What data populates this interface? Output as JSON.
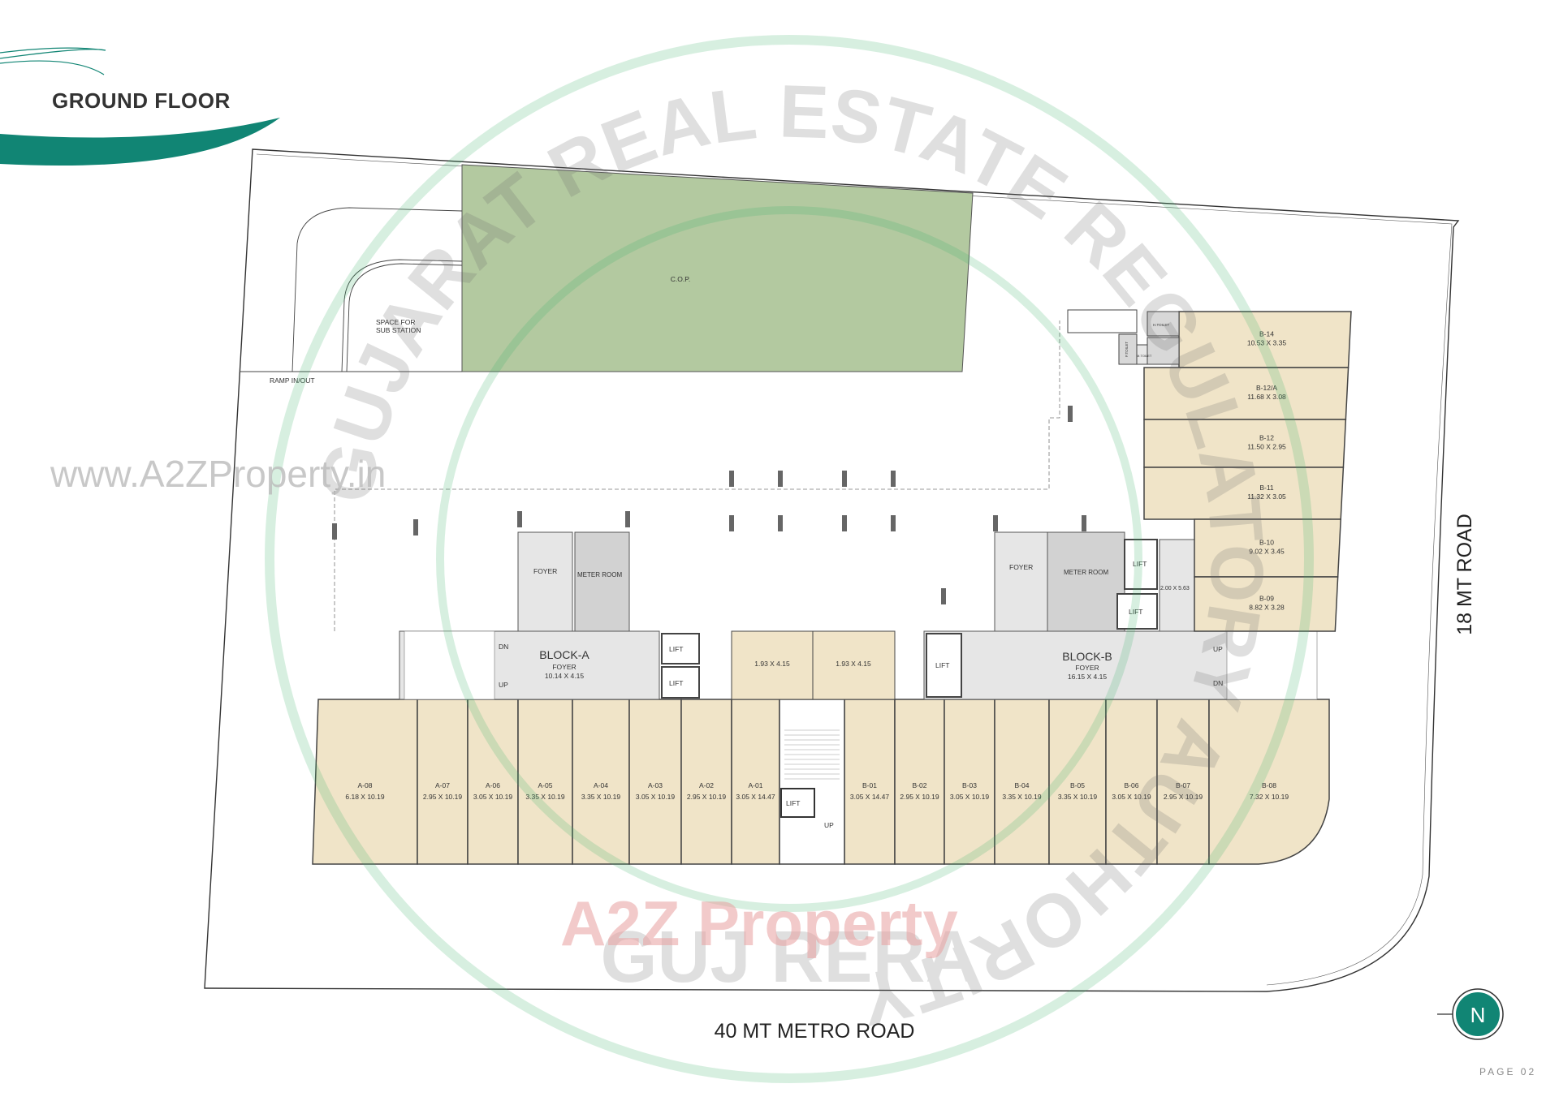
{
  "header": {
    "title": "GROUND FLOOR",
    "accent_color": "#118574"
  },
  "roads": {
    "bottom": "40 MT METRO ROAD",
    "right": "18 MT ROAD"
  },
  "site": {
    "cop": "C.O.P.",
    "cop_color": "#b3c9a0",
    "sub_station_line1": "SPACE FOR",
    "sub_station_line2": "SUB STATION",
    "ramp": "RAMP IN/OUT"
  },
  "shop_color": "#f0e4c8",
  "front_shops": [
    {
      "name": "A-08",
      "dims": "6.18 X 10.19"
    },
    {
      "name": "A-07",
      "dims": "2.95 X 10.19"
    },
    {
      "name": "A-06",
      "dims": "3.05 X 10.19"
    },
    {
      "name": "A-05",
      "dims": "3.35 X 10.19"
    },
    {
      "name": "A-04",
      "dims": "3.35 X 10.19"
    },
    {
      "name": "A-03",
      "dims": "3.05 X 10.19"
    },
    {
      "name": "A-02",
      "dims": "2.95 X 10.19"
    },
    {
      "name": "A-01",
      "dims": "3.05 X 14.47"
    },
    {
      "name": "B-01",
      "dims": "3.05 X 14.47"
    },
    {
      "name": "B-02",
      "dims": "2.95 X 10.19"
    },
    {
      "name": "B-03",
      "dims": "3.05 X 10.19"
    },
    {
      "name": "B-04",
      "dims": "3.35 X 10.19"
    },
    {
      "name": "B-05",
      "dims": "3.35 X 10.19"
    },
    {
      "name": "B-06",
      "dims": "3.05 X 10.19"
    },
    {
      "name": "B-07",
      "dims": "2.95 X 10.19"
    },
    {
      "name": "B-08",
      "dims": "7.32 X 10.19"
    }
  ],
  "side_shops": [
    {
      "name": "B-14",
      "dims": "10.53 X 3.35"
    },
    {
      "name": "B-12/A",
      "dims": "11.68 X 3.08"
    },
    {
      "name": "B-12",
      "dims": "11.50 X 2.95"
    },
    {
      "name": "B-11",
      "dims": "11.32 X 3.05"
    },
    {
      "name": "B-10",
      "dims": "9.02 X 3.45"
    },
    {
      "name": "B-09",
      "dims": "8.82 X 3.28"
    }
  ],
  "block_a": {
    "title": "BLOCK-A",
    "foyer": "FOYER",
    "foyer_dims": "10.14 X 4.15",
    "upper_foyer": "FOYER",
    "meter_room": "METER ROOM",
    "lift1": "LIFT",
    "lift2": "LIFT",
    "dn": "DN",
    "up": "UP"
  },
  "block_b": {
    "title": "BLOCK-B",
    "foyer": "FOYER",
    "foyer_dims": "16.15 X 4.15",
    "upper_foyer": "FOYER",
    "meter_room": "METER ROOM",
    "lift1": "LIFT",
    "lift2": "LIFT",
    "lift3": "LIFT",
    "passage_dims": "2.00 X 5.63",
    "dn": "DN",
    "up": "UP"
  },
  "central": {
    "unit1": "1.93 X 4.15",
    "unit2": "1.93 X 4.15",
    "lift": "LIFT",
    "up": "UP"
  },
  "toilets": {
    "h_toilet": "H.TOILET",
    "f_toilet": "F.TOILET",
    "m_toilet": "M.TOILET"
  },
  "north": "N",
  "page": "PAGE 02",
  "watermarks": {
    "stamp_ring": "GUJARAT REAL ESTATE REGULATORY AUTHORITY",
    "stamp_bottom": "GUJ RERA",
    "site_url": "www.A2ZProperty.in",
    "brand": "A2Z Property"
  }
}
